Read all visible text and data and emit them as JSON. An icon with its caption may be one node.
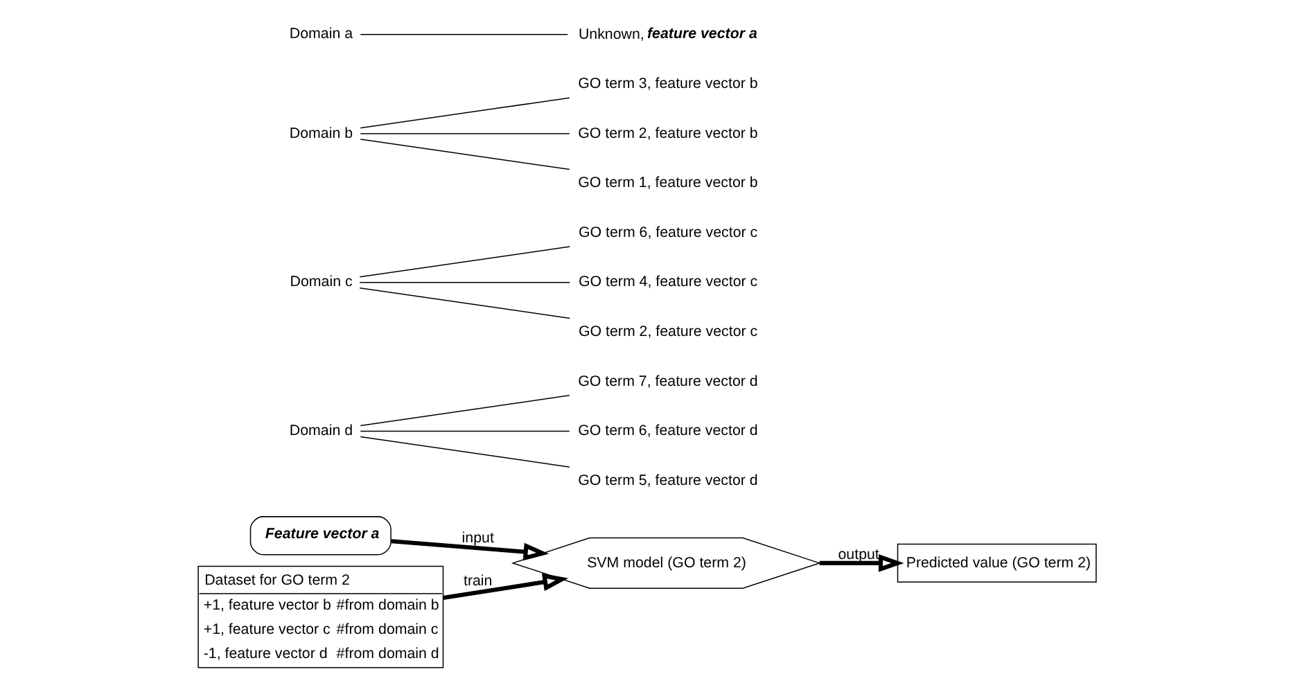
{
  "diagram": {
    "nodes": [
      {
        "text": [
          "Domain a"
        ]
      },
      {
        "text": [
          "Unknown,",
          "feature vector a"
        ]
      },
      {
        "text": [
          "Domain b"
        ]
      },
      {
        "text": [
          "GO term 1, feature vector b"
        ]
      },
      {
        "text": [
          "GO term 2, feature vector b"
        ]
      },
      {
        "text": [
          "GO term 3, feature vector b"
        ]
      },
      {
        "text": [
          "Domain c"
        ]
      },
      {
        "text": [
          "GO term 2, feature vector c"
        ]
      },
      {
        "text": [
          "GO term 4, feature vector c"
        ]
      },
      {
        "text": [
          "GO term 6, feature vector c"
        ]
      },
      {
        "text": [
          "Domain d"
        ]
      },
      {
        "text": [
          "GO term 5, feature vector d"
        ]
      },
      {
        "text": [
          "GO term 6, feature vector d"
        ]
      },
      {
        "text": [
          "GO term 7, feature vector d"
        ]
      },
      {
        "text": [
          "Dataset for GO term 2",
          "+1, feature vector b",
          "#from domain b",
          "+1, feature vector c",
          "#from domain c",
          "-1, feature vector d",
          "#from domain d"
        ]
      },
      {
        "text": [
          "SVM model (GO term 2)"
        ]
      },
      {
        "text": [
          "Feature vector a"
        ]
      },
      {
        "text": [
          "Predicted value (GO term 2)"
        ]
      }
    ],
    "edges": [
      {
        "from": 0,
        "to": 1,
        "arrow": "none"
      },
      {
        "from": 2,
        "to": 3,
        "arrow": "none"
      },
      {
        "from": 2,
        "to": 4,
        "arrow": "none"
      },
      {
        "from": 2,
        "to": 5,
        "arrow": "none"
      },
      {
        "from": 6,
        "to": 7,
        "arrow": "none"
      },
      {
        "from": 6,
        "to": 8,
        "arrow": "none"
      },
      {
        "from": 6,
        "to": 9,
        "arrow": "none"
      },
      {
        "from": 10,
        "to": 11,
        "arrow": "none"
      },
      {
        "from": 10,
        "to": 12,
        "arrow": "none"
      },
      {
        "from": 10,
        "to": 13,
        "arrow": "none"
      },
      {
        "from": 14,
        "to": 15,
        "arrow": "to",
        "label": "train",
        "style": "thick"
      },
      {
        "from": 16,
        "to": 15,
        "arrow": "to",
        "label": "input",
        "style": "thick"
      },
      {
        "from": 15,
        "to": 17,
        "arrow": "to",
        "label": "output",
        "style": "thick"
      }
    ]
  }
}
